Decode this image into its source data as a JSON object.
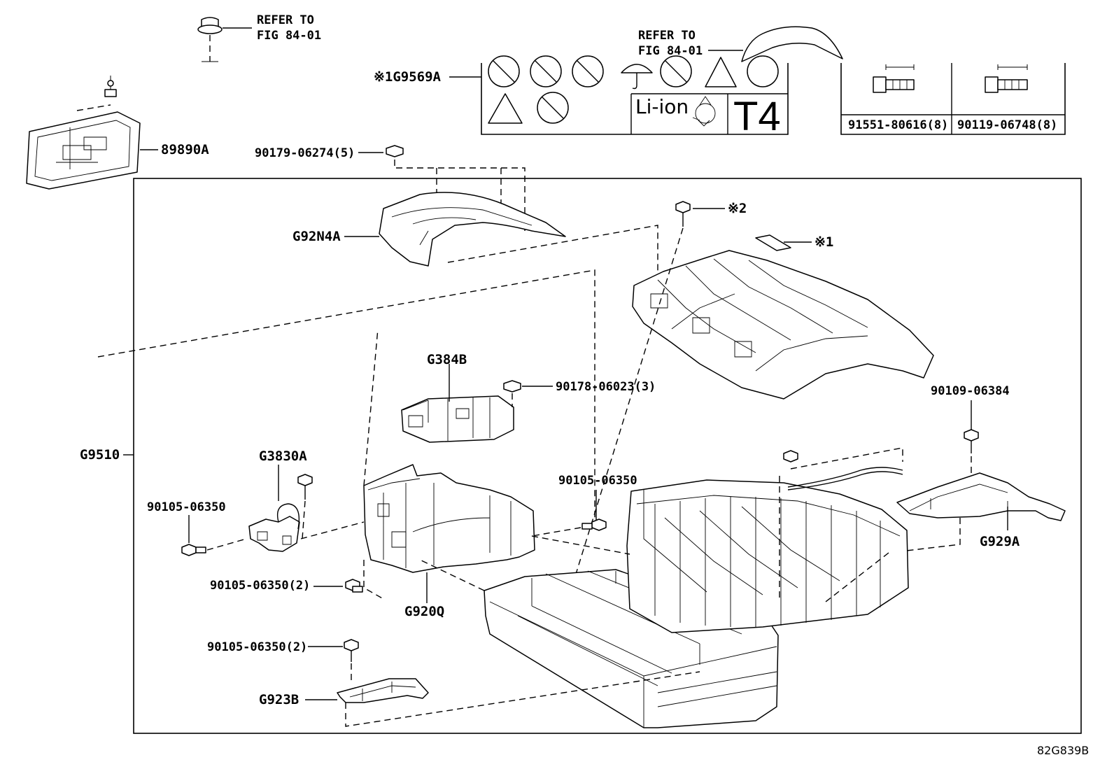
{
  "labels": {
    "refer_top_left_1": "REFER TO",
    "refer_top_left_2": "FIG 84-01",
    "refer_top_mid_1": "REFER TO",
    "refer_top_mid_2": "FIG 84-01",
    "warning_label_part": "※1G9569A",
    "li_ion": "Li-ion",
    "t4": "T4",
    "bolt_a": "91551-80616(8)",
    "bolt_b": "90119-06748(8)",
    "cover_89890A": "89890A",
    "nut_90179": "90179-06274(5)",
    "duct_G92N4A": "G92N4A",
    "bolt_note2": "※2",
    "label_note1": "※1",
    "block_G384B": "G384B",
    "nut_90178": "90178-06023(3)",
    "bolt_90109": "90109-06384",
    "assembly_G9510": "G9510",
    "clamp_G3830A": "G3830A",
    "bolt_90105_a": "90105-06350",
    "bolt_90105_b": "90105-06350",
    "bolt_90105_c": "90105-06350(2)",
    "bolt_90105_d": "90105-06350(2)",
    "bracket_G920Q": "G920Q",
    "bracket_G929A": "G929A",
    "bracket_G923B": "G923B",
    "figure_code": "82G839B"
  }
}
